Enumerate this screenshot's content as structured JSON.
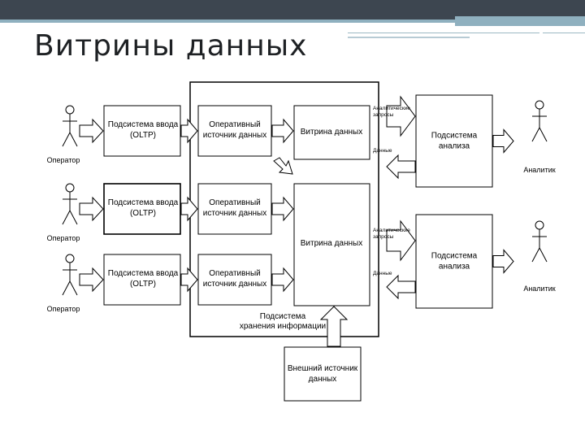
{
  "slide": {
    "title": "Витрины данных"
  },
  "diagram": {
    "operators": [
      "Оператор",
      "Оператор",
      "Оператор"
    ],
    "input_subsystems": [
      [
        "Подсистема ввода",
        "(OLTP)"
      ],
      [
        "Подсистема ввода",
        "(OLTP)"
      ],
      [
        "Подсистема ввода",
        "(OLTP)"
      ]
    ],
    "operational_sources": [
      [
        "Оперативный",
        "источник данных"
      ],
      [
        "Оперативный",
        "источник данных"
      ],
      [
        "Оперативный",
        "источник данных"
      ]
    ],
    "data_marts": [
      "Витрина данных",
      "Витрина данных"
    ],
    "analytic_queries": [
      [
        "Аналитические",
        "запросы"
      ],
      [
        "Аналитические",
        "запросы"
      ]
    ],
    "data_flow_labels": [
      "Данные",
      "Данные"
    ],
    "analysis_subsystems": [
      [
        "Подсистема",
        "анализа"
      ],
      [
        "Подсистема",
        "анализа"
      ]
    ],
    "analysts": [
      "Аналитик",
      "Аналитик"
    ],
    "storage_subsystem": [
      "Подсистема",
      "хранения информации"
    ],
    "external_source": [
      "Внешний источник",
      "данных"
    ]
  }
}
